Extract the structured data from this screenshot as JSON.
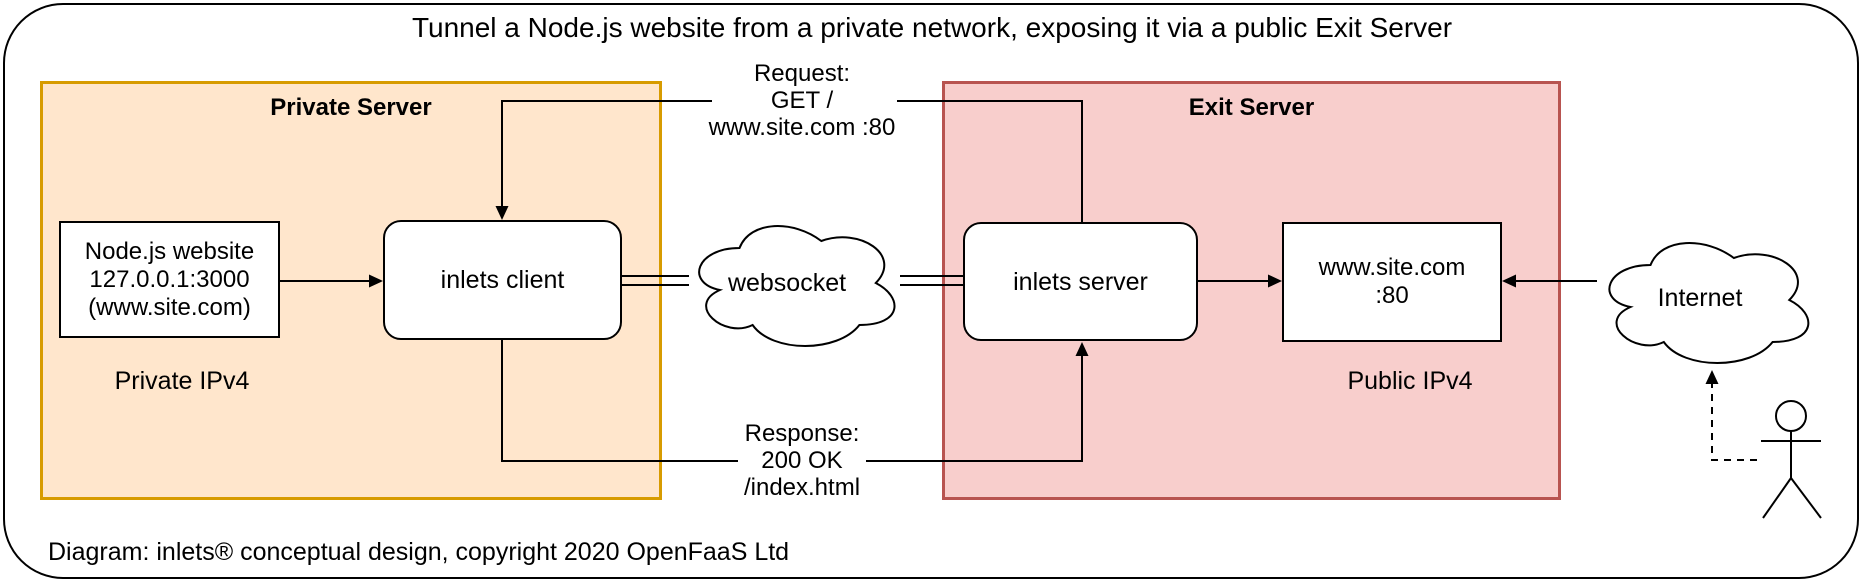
{
  "title": "Tunnel a Node.js website from a private network, exposing it via a public Exit Server",
  "caption": "Diagram: inlets® conceptual design, copyright 2020 OpenFaaS Ltd",
  "private_server": {
    "title": "Private Server",
    "ip_label": "Private IPv4",
    "website_box": {
      "line1": "Node.js website",
      "line2": "127.0.0.1:3000",
      "line3": "(www.site.com)"
    },
    "client_box_label": "inlets client"
  },
  "exit_server": {
    "title": "Exit Server",
    "ip_label": "Public IPv4",
    "server_box_label": "inlets server",
    "site_box": {
      "line1": "www.site.com",
      "line2": ":80"
    }
  },
  "clouds": {
    "websocket_label": "websocket",
    "internet_label": "Internet"
  },
  "request_label": {
    "line1": "Request:",
    "line2": "GET /",
    "line3": "www.site.com :80"
  },
  "response_label": {
    "line1": "Response:",
    "line2": "200 OK",
    "line3": "/index.html"
  },
  "colors": {
    "private_fill": "#FFE6CC",
    "private_stroke": "#D79B00",
    "exit_fill": "#F8CECC",
    "exit_stroke": "#B85450",
    "node_fill": "#FFFFFF",
    "line": "#000000"
  }
}
